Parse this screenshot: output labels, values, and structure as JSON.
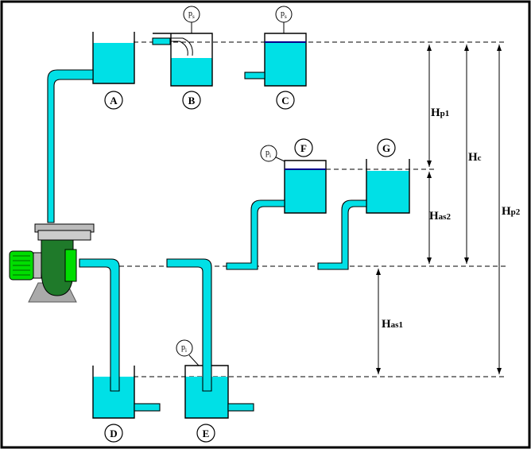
{
  "tanks": {
    "A": "A",
    "B": "B",
    "C": "C",
    "D": "D",
    "E": "E",
    "F": "F",
    "G": "G"
  },
  "gauges": {
    "ps": "p",
    "ps_sub": "s",
    "pi": "p",
    "pi_sub": "i"
  },
  "heads": {
    "hp1": {
      "main": "H",
      "sub": "p1"
    },
    "hc": {
      "main": "H",
      "sub": "c"
    },
    "hp2": {
      "main": "H",
      "sub": "p2"
    },
    "has2": {
      "main": "H",
      "sub": "as2"
    },
    "has1": {
      "main": "H",
      "sub": "as1"
    }
  },
  "colors": {
    "water": "#00e0e6",
    "motor": "#00dd00",
    "pump": "#1f7a2a"
  }
}
